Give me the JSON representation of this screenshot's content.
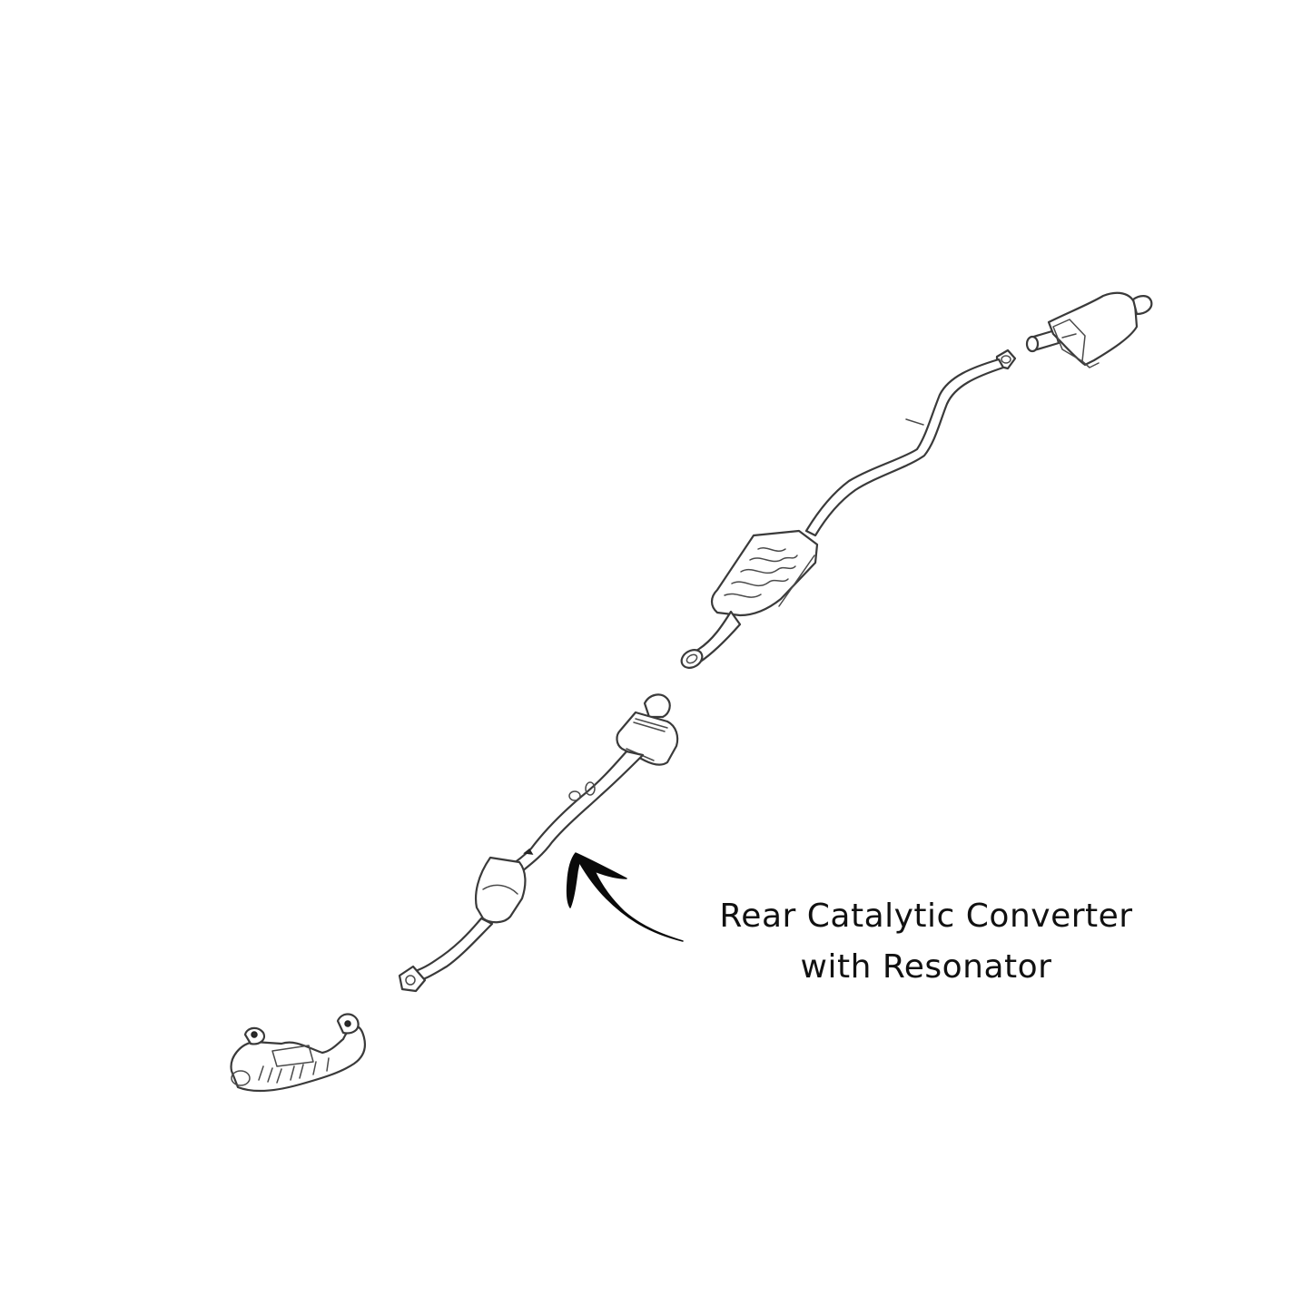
{
  "diagram": {
    "subject": "Exhaust system exploded view",
    "components": [
      {
        "id": "tailpipe-muffler",
        "label": ""
      },
      {
        "id": "intermediate-pipe",
        "label": ""
      },
      {
        "id": "center-muffler",
        "label": ""
      },
      {
        "id": "front-pipe-resonator",
        "label": ""
      },
      {
        "id": "rear-catalytic-converter",
        "label": "Rear Catalytic Converter with Resonator"
      },
      {
        "id": "exhaust-manifold-front-converter",
        "label": ""
      }
    ],
    "callout": {
      "line1": "Rear Catalytic Converter",
      "line2": "with Resonator",
      "arrow": "curved-arrow-pointing-up-left",
      "color": "#111111"
    }
  },
  "colors": {
    "background": "#ffffff",
    "line_art": "#3a3a3a",
    "text": "#111111"
  }
}
